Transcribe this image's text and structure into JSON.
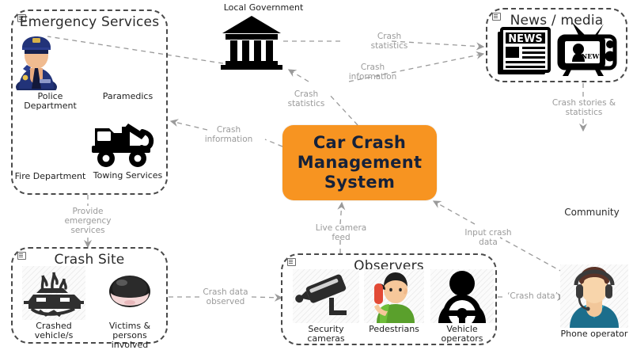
{
  "diagram": {
    "title": "Car Crash Management System context diagram",
    "accent_color": "#F79421",
    "core_text_color": "#15213a",
    "connector_color": "#9a9a9a",
    "group_border_color": "#4a4a4a"
  },
  "core": {
    "label": "Car Crash\nManagement\nSystem"
  },
  "groups": {
    "emergency_services": {
      "title": "Emergency Services",
      "items": [
        {
          "caption": "Police Department",
          "icon": "police-officer-icon"
        },
        {
          "caption": "Paramedics",
          "icon": "paramedics-icon"
        },
        {
          "caption": "Fire Department",
          "icon": "fire-department-icon"
        },
        {
          "caption": "Towing Services",
          "icon": "tow-truck-icon"
        }
      ]
    },
    "news_media": {
      "title": "News / media",
      "items": [
        {
          "caption": "",
          "icon": "newspaper-icon"
        },
        {
          "caption": "",
          "icon": "television-news-icon"
        }
      ]
    },
    "crash_site": {
      "title": "Crash Site",
      "items": [
        {
          "caption": "Crashed vehicle/s",
          "icon": "crashed-car-icon"
        },
        {
          "caption": "Victims & persons\ninvolved",
          "icon": "injured-person-icon"
        }
      ]
    },
    "observers": {
      "title": "Observers",
      "items": [
        {
          "caption": "Security cameras",
          "icon": "security-camera-icon"
        },
        {
          "caption": "Pedestrians",
          "icon": "pedestrian-phone-icon"
        },
        {
          "caption": "Vehicle operators",
          "icon": "vehicle-operator-icon"
        }
      ]
    }
  },
  "standalone_nodes": [
    {
      "key": "local_government",
      "caption": "Local Government",
      "icon": "government-building-icon"
    },
    {
      "key": "community",
      "caption": "Community",
      "icon": "community-label"
    },
    {
      "key": "phone_operator",
      "caption": "Phone operator",
      "icon": "phone-operator-icon"
    }
  ],
  "flows": [
    {
      "key": "crash_statistics_gov_to_news",
      "label": "Crash\nstatistics"
    },
    {
      "key": "crash_information_core_to_news",
      "label": "Crash\ninformation"
    },
    {
      "key": "crash_statistics_core_to_gov",
      "label": "Crash\nstatistics"
    },
    {
      "key": "crash_information_core_to_emergency",
      "label": "Crash\ninformation"
    },
    {
      "key": "crash_stories_statistics_news_out",
      "label": "Crash stories &\nstatistics"
    },
    {
      "key": "provide_emergency_services",
      "label": "Provide\nemergency\nservices"
    },
    {
      "key": "crash_data_observed",
      "label": "Crash data\nobserved"
    },
    {
      "key": "live_camera_feed",
      "label": "Live camera\nfeed"
    },
    {
      "key": "input_crash_data",
      "label": "Input crash\ndata"
    },
    {
      "key": "crash_data_quoted",
      "label": "‘Crash data’"
    }
  ]
}
